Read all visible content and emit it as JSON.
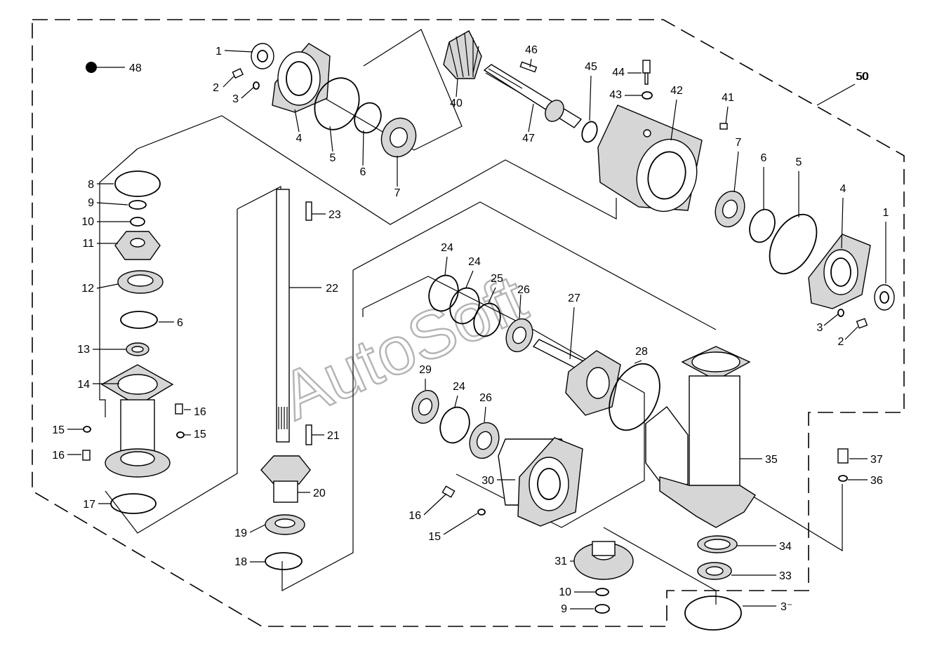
{
  "diagram": {
    "title": "",
    "watermark": "AutoSoft",
    "boundary_label": "50",
    "legend_marker": {
      "symbol": "filled-dot",
      "label": "48"
    },
    "callouts": [
      "1",
      "2",
      "3",
      "4",
      "5",
      "6",
      "7",
      "40",
      "46",
      "47",
      "45",
      "44",
      "43",
      "42",
      "41",
      "50",
      "7",
      "6",
      "5",
      "4",
      "1",
      "3",
      "2",
      "8",
      "9",
      "10",
      "11",
      "12",
      "6",
      "13",
      "14",
      "15",
      "16",
      "16",
      "15",
      "17",
      "23",
      "22",
      "21",
      "20",
      "19",
      "18",
      "24",
      "24",
      "25",
      "26",
      "27",
      "28",
      "29",
      "24",
      "26",
      "30",
      "16",
      "15",
      "35",
      "37",
      "36",
      "34",
      "33",
      "31",
      "10",
      "9",
      "3⁻"
    ]
  }
}
